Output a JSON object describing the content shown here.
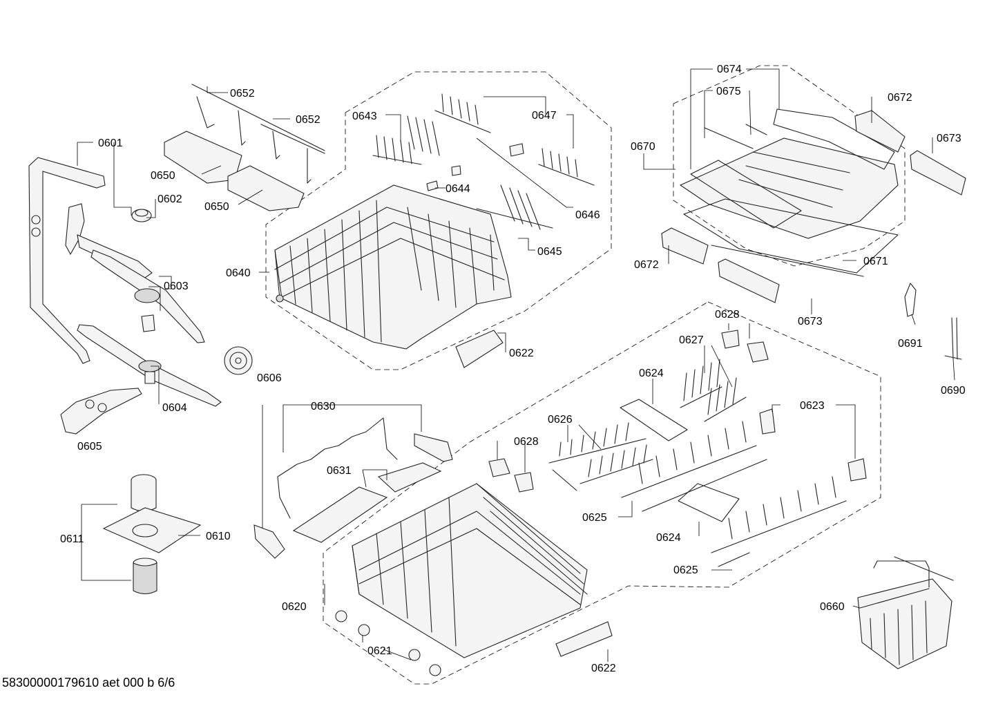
{
  "callouts": {
    "c0601": "0601",
    "c0602": "0602",
    "c0603": "0603",
    "c0604": "0604",
    "c0605": "0605",
    "c0606": "0606",
    "c0610": "0610",
    "c0611": "0611",
    "c0620": "0620",
    "c0621": "0621",
    "c0622a": "0622",
    "c0622b": "0622",
    "c0623": "0623",
    "c0624a": "0624",
    "c0624b": "0624",
    "c0625a": "0625",
    "c0625b": "0625",
    "c0626": "0626",
    "c0627": "0627",
    "c0628a": "0628",
    "c0628b": "0628",
    "c0630": "0630",
    "c0631": "0631",
    "c0640": "0640",
    "c0643": "0643",
    "c0644": "0644",
    "c0645": "0645",
    "c0646": "0646",
    "c0647": "0647",
    "c0650a": "0650",
    "c0650b": "0650",
    "c0652a": "0652",
    "c0652b": "0652",
    "c0660": "0660",
    "c0670": "0670",
    "c0671": "0671",
    "c0672a": "0672",
    "c0672b": "0672",
    "c0673a": "0673",
    "c0673b": "0673",
    "c0674": "0674",
    "c0675": "0675",
    "c0690": "0690",
    "c0691": "0691"
  },
  "footer": {
    "drawing_id": "58300000179610 aet 000 b 6/6"
  }
}
